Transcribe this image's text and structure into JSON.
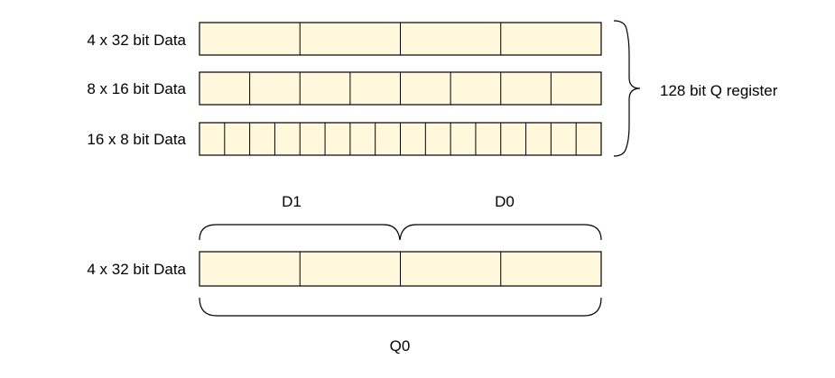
{
  "rows": [
    {
      "label": "4 x 32 bit Data",
      "lanes": 4
    },
    {
      "label": "8 x 16 bit Data",
      "lanes": 8
    },
    {
      "label": "16 x 8 bit Data",
      "lanes": 16
    }
  ],
  "register_label": "128 bit Q register",
  "split": {
    "row_label": "4 x 32 bit Data",
    "lanes": 4,
    "upper_half_label": "D1",
    "lower_half_label": "D0",
    "whole_label": "Q0"
  },
  "colors": {
    "lane_fill": "#fff8dc",
    "stroke": "#000000"
  }
}
